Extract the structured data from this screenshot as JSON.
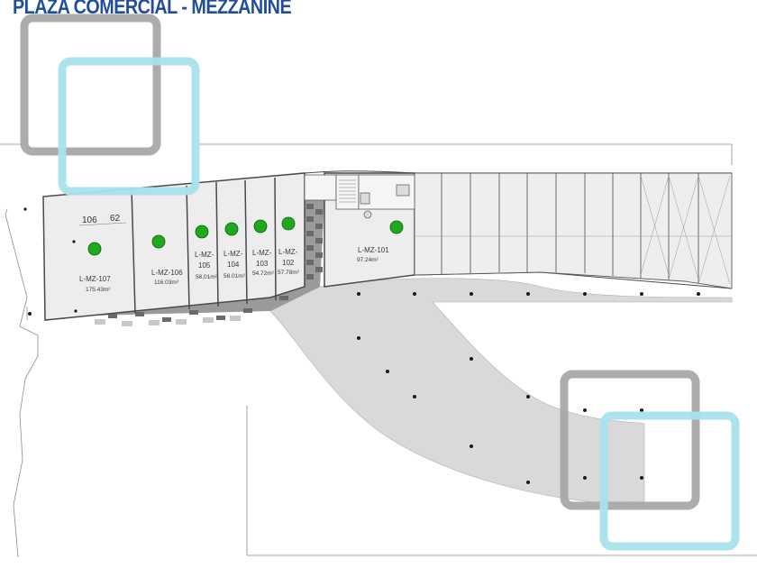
{
  "title": "PLAZA COMERCIAL - MEZZANINE",
  "colors": {
    "title": "#1f4e9c",
    "unit_marker": "#1fa91f",
    "plaza_fill": "#d9d9d9",
    "frame_gray": "#a8a8a8",
    "frame_cyan": "#a9e2ec",
    "wall": "#4a4a4a"
  },
  "dimension_labels": [
    "106",
    "62"
  ],
  "units": [
    {
      "name_lines": [
        "L-MZ-107"
      ],
      "area": "175.43m²"
    },
    {
      "name_lines": [
        "L-MZ-106"
      ],
      "area": "116.03m²"
    },
    {
      "name_lines": [
        "L-MZ-",
        "105"
      ],
      "area": "58.01m²"
    },
    {
      "name_lines": [
        "L-MZ-",
        "104"
      ],
      "area": "58.01m²"
    },
    {
      "name_lines": [
        "L-MZ-",
        "103"
      ],
      "area": "54.72m²"
    },
    {
      "name_lines": [
        "L-MZ-",
        "102"
      ],
      "area": "57.78m²"
    },
    {
      "name_lines": [
        "L-MZ-101"
      ],
      "area": "97.24m²"
    }
  ],
  "icons": [
    "unit-marker-icon",
    "column-dot-icon",
    "stair-icon",
    "restroom-icon"
  ]
}
